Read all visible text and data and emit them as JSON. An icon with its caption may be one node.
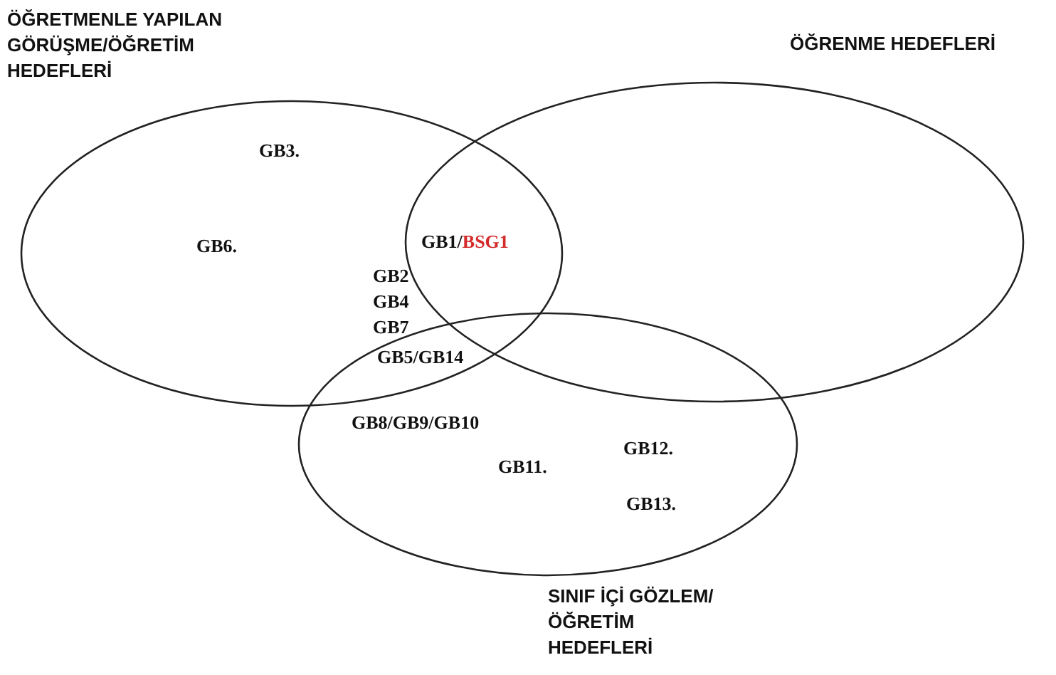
{
  "diagram": {
    "nodes": [
      {
        "text": [
          "ÖĞRETMENLE YAPILAN GÖRÜŞME/ÖĞRETİM HEDEFLERİ"
        ]
      },
      {
        "text": [
          "ÖĞRENME HEDEFLERİ"
        ]
      },
      {
        "text": [
          "SINIF İÇİ GÖZLEM/ÖĞRETİM HEDEFLERİ"
        ]
      }
    ],
    "edges": [],
    "labels": [
      "GB3.",
      "GB6.",
      "GB1/BSG1",
      "GB2",
      "GB4",
      "GB7",
      "GB5/GB14",
      "GB8/GB9/GB10",
      "GB11.",
      "GB12.",
      "GB13."
    ]
  }
}
